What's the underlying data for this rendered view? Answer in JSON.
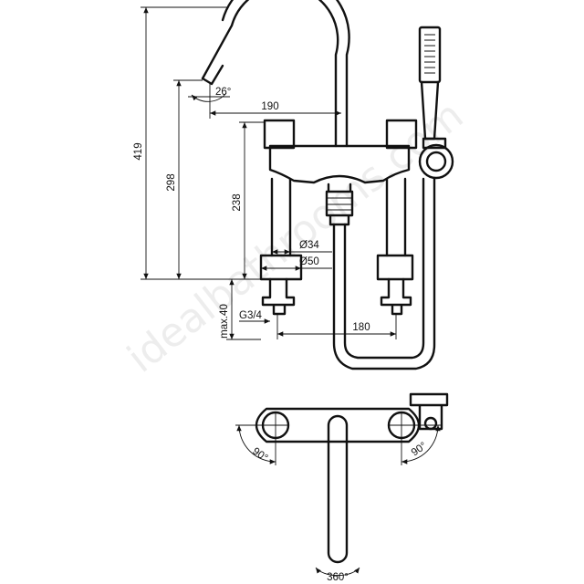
{
  "watermark": "idealbathrooms.com",
  "dimensions": {
    "overall_height": "419",
    "spout_height": "298",
    "body_height": "238",
    "spout_reach": "190",
    "spout_angle": "26°",
    "pillar_dia_small": "Ø34",
    "pillar_dia_large": "Ø50",
    "thread": "G3/4",
    "max_deck": "max.40",
    "centres": "180",
    "handle_rotation_left": "90°",
    "handle_rotation_right": "90°",
    "spout_rotation": "360°"
  }
}
